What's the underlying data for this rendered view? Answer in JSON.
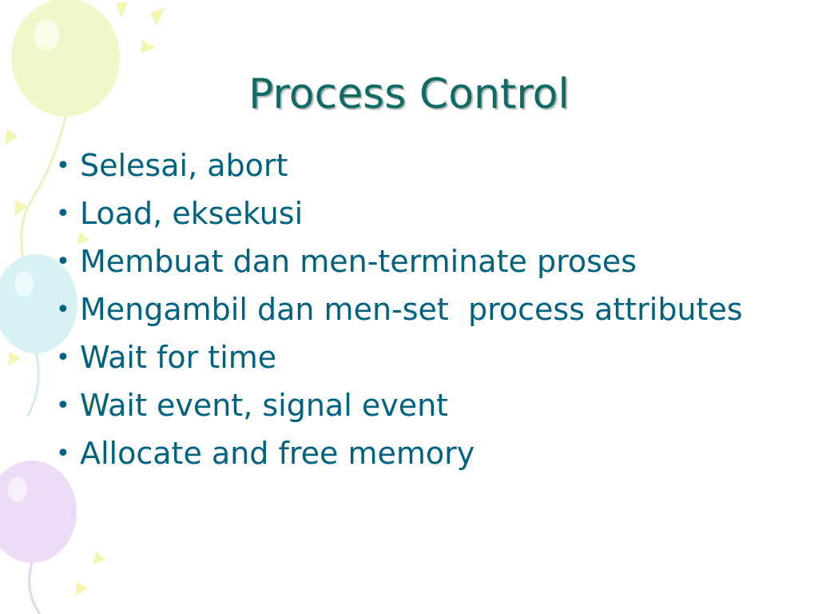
{
  "slide": {
    "title": "Process Control",
    "bullets": [
      "Selesai, abort",
      "Load, eksekusi",
      "Membuat dan men-terminate proses",
      "Mengambil dan men-set  process attributes",
      "Wait for time",
      "Wait event, signal event",
      "Allocate and free memory"
    ],
    "colors": {
      "title": "#0d6b64",
      "bullet_text": "#006280",
      "balloon_green": "#eef8c9",
      "balloon_blue": "#d8f1f5",
      "balloon_purple": "#eddcf6",
      "confetti": "#f3f5b0"
    }
  }
}
